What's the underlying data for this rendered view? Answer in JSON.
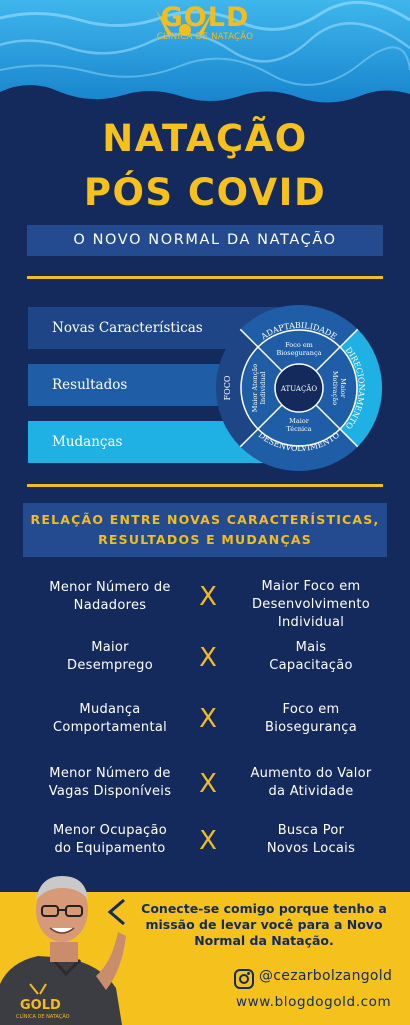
{
  "brand": {
    "name": "GOLD",
    "tagline": "CLÍNICA DE NATAÇÃO"
  },
  "title": {
    "line1": "NATAÇÃO",
    "line2": "PÓS COVID"
  },
  "subtitle": "O NOVO NORMAL DA NATAÇÃO",
  "bars": [
    {
      "label": "Novas Características"
    },
    {
      "label": "Resultados"
    },
    {
      "label": "Mudanças"
    }
  ],
  "wheel": {
    "center": "ATUAÇÃO",
    "outer": {
      "top": "ADAPTABILIDADE",
      "right": "DIRECIONAMENTO",
      "bottom": "DESENVOLVIMENTO",
      "left": "FOCO"
    },
    "inner": {
      "top": [
        "Foco em",
        "Biosegurança"
      ],
      "right": [
        "Maior",
        "Motivação"
      ],
      "bottom": [
        "Maior",
        "Técnica"
      ],
      "left": [
        "Maior Atenção",
        "Individual"
      ]
    },
    "colors": {
      "outer_top": "#1f5ea6",
      "outer_right": "#1fb0e4",
      "outer_bottom": "#1f5ea6",
      "outer_left": "#1e4585",
      "inner": "#1f5ea6",
      "center": "#152a5c"
    }
  },
  "section_heading": {
    "line1": "RELAÇÃO ENTRE NOVAS CARACTERÍSTICAS,",
    "line2": "RESULTADOS E MUDANÇAS"
  },
  "comparisons": [
    {
      "left": [
        "Menor Número de",
        "Nadadores"
      ],
      "x": "X",
      "right": [
        "Maior Foco em",
        "Desenvolvimento",
        "Individual"
      ]
    },
    {
      "left": [
        "Maior",
        "Desemprego"
      ],
      "x": "X",
      "right": [
        "Mais",
        "Capacitação"
      ]
    },
    {
      "left": [
        "Mudança",
        "Comportamental"
      ],
      "x": "X",
      "right": [
        "Foco em",
        "Biosegurança"
      ]
    },
    {
      "left": [
        "Menor Número de",
        "Vagas Disponíveis"
      ],
      "x": "X",
      "right": [
        "Aumento do Valor",
        "da Atividade"
      ]
    },
    {
      "left": [
        "Menor Ocupação",
        "do Equipamento"
      ],
      "x": "X",
      "right": [
        "Busca Por",
        "Novos Locais"
      ]
    }
  ],
  "footer": {
    "cta": [
      "Conecte-se comigo porque tenho a",
      "missão de levar você para a Novo",
      "Normal da Natação."
    ],
    "instagram_handle": "@cezarbolzangold",
    "website": "www.blogdogold.com",
    "shirt_brand": "GOLD",
    "shirt_tagline": "CLÍNICA DE NATAÇÃO"
  },
  "colors": {
    "background": "#152a5c",
    "accent": "#f2bd1d",
    "panel": "#244b8f"
  }
}
